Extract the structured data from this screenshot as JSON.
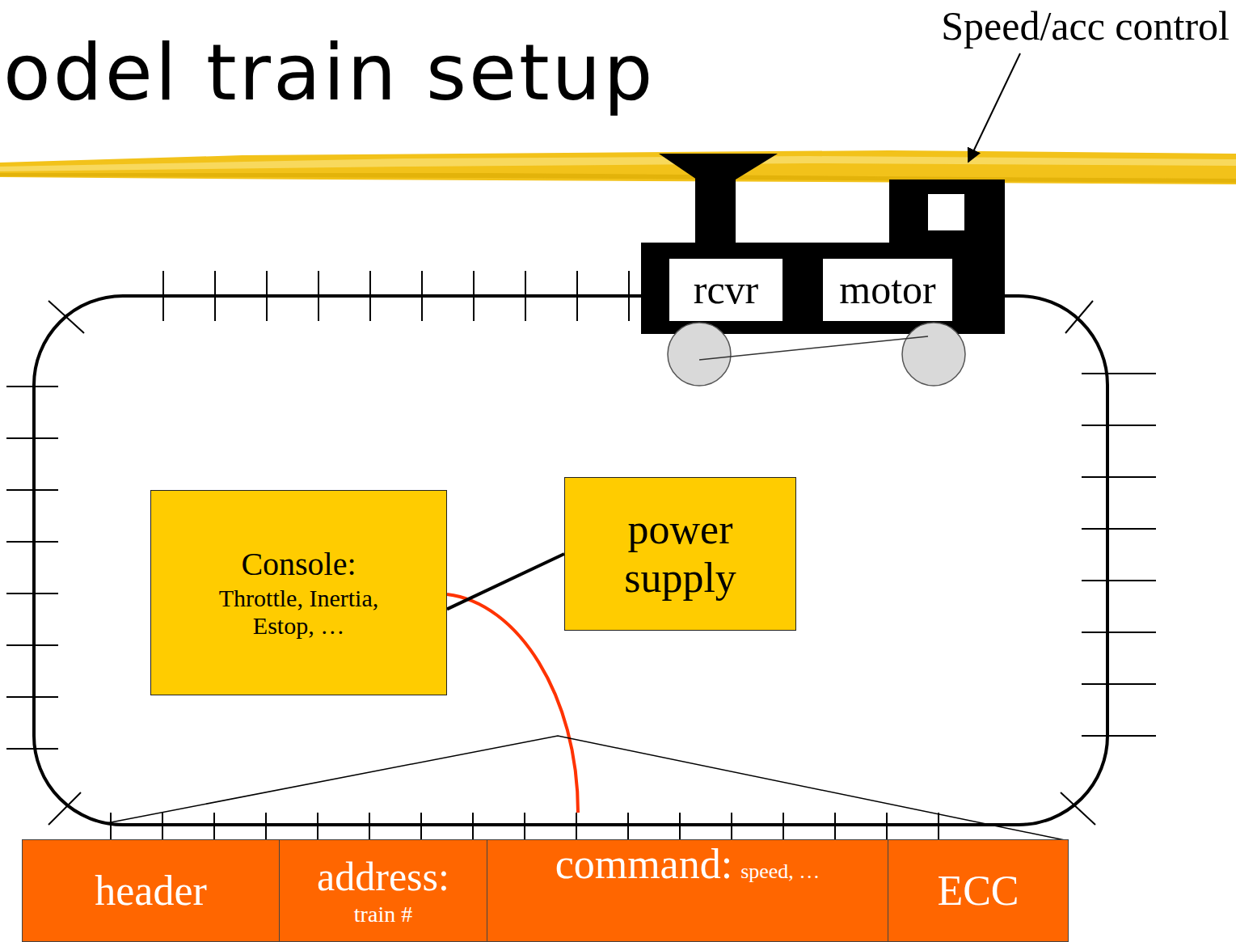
{
  "diagram": {
    "title": "odel train setup",
    "nodes": [
      {
        "text": [
          "rcvr"
        ]
      },
      {
        "text": [
          "motor"
        ]
      },
      {
        "text": [
          "Console:",
          "Throttle, Inertia, Estop, …"
        ]
      },
      {
        "text": [
          "power supply"
        ]
      },
      {
        "text": [
          "header"
        ]
      },
      {
        "text": [
          "address:",
          "train #"
        ]
      },
      {
        "text": [
          "command:",
          "speed, …"
        ]
      },
      {
        "text": [
          "ECC"
        ]
      }
    ],
    "edges": [
      {
        "from": 2,
        "to": 3,
        "arrow": "none"
      }
    ],
    "labels": [
      "Speed/acc control"
    ]
  }
}
